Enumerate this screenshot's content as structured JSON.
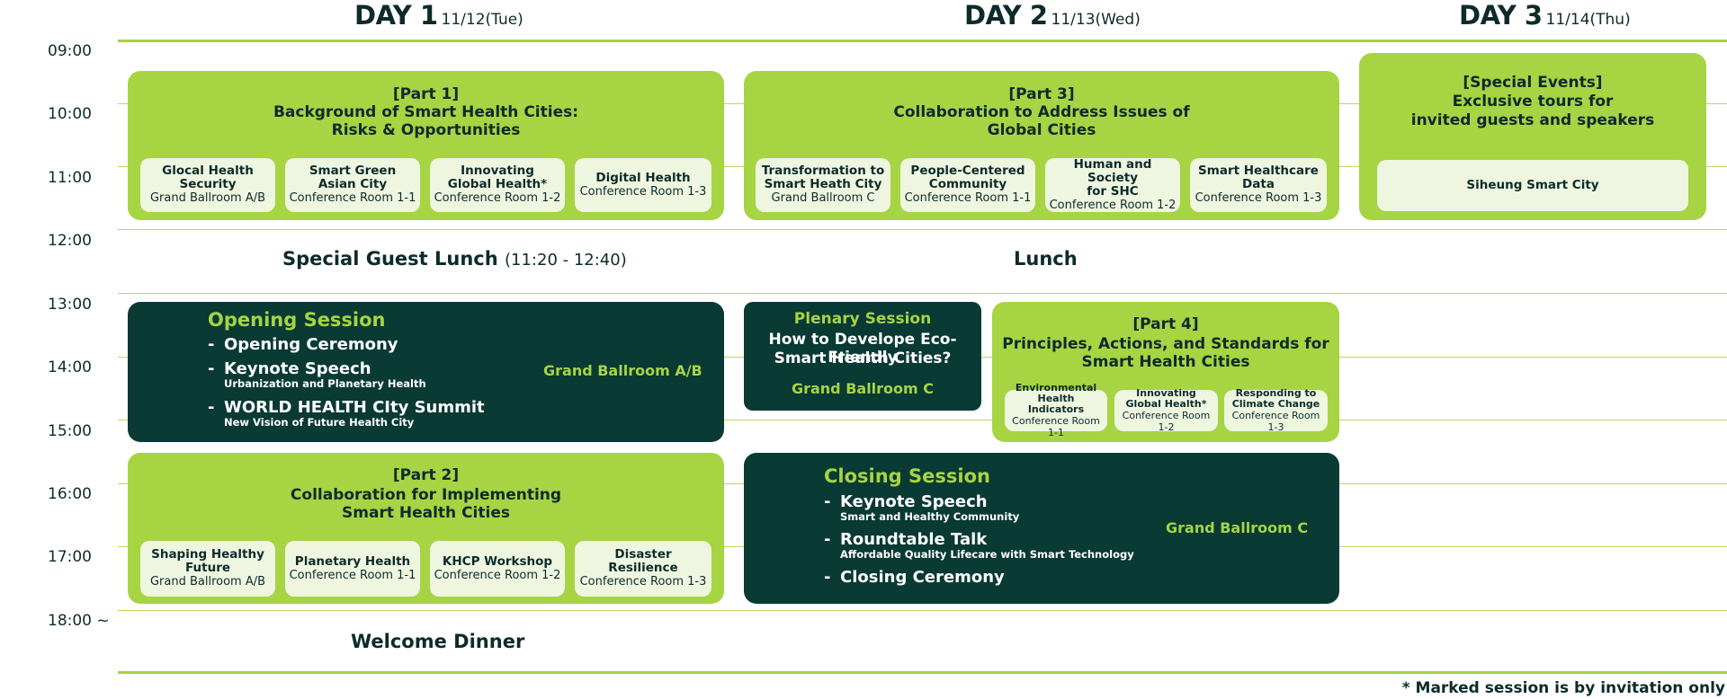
{
  "days": [
    {
      "name": "DAY 1",
      "date": "11/12(Tue)"
    },
    {
      "name": "DAY 2",
      "date": "11/13(Wed)"
    },
    {
      "name": "DAY 3",
      "date": "11/14(Thu)"
    }
  ],
  "times": [
    "09:00",
    "10:00",
    "11:00",
    "12:00",
    "13:00",
    "14:00",
    "15:00",
    "16:00",
    "17:00",
    "18:00 ~"
  ],
  "part1": {
    "label": "[Part 1]",
    "title1": "Background of Smart Health Cities:",
    "title2": "Risks & Opportunities",
    "rooms": [
      {
        "name1": "Glocal Health Security",
        "name2": "",
        "loc": "Grand Ballroom A/B"
      },
      {
        "name1": "Smart Green",
        "name2": "Asian City",
        "loc": "Conference Room 1-1"
      },
      {
        "name1": "Innovating",
        "name2": "Global Health*",
        "loc": "Conference Room 1-2"
      },
      {
        "name1": "Digital Health",
        "name2": "",
        "loc": "Conference Room 1-3"
      }
    ]
  },
  "part3": {
    "label": "[Part 3]",
    "title1": "Collaboration to Address Issues of",
    "title2": "Global Cities",
    "rooms": [
      {
        "name1": "Transformation to",
        "name2": "Smart Heath City",
        "loc": "Grand Ballroom C"
      },
      {
        "name1": "People-Centered",
        "name2": "Community",
        "loc": "Conference Room 1-1"
      },
      {
        "name1": "Human and Society",
        "name2": "for SHC",
        "loc": "Conference Room 1-2"
      },
      {
        "name1": "Smart Healthcare",
        "name2": "Data",
        "loc": "Conference Room 1-3"
      }
    ]
  },
  "special": {
    "label": "[Special Events]",
    "line1": "Exclusive tours for",
    "line2": "invited guests and speakers",
    "room": "Siheung Smart City"
  },
  "lunch_day1": {
    "title": "Special Guest Lunch",
    "time": "(11:20 - 12:40)"
  },
  "lunch_day2": {
    "title": "Lunch"
  },
  "opening": {
    "title": "Opening Session",
    "items": [
      {
        "main": "Opening Ceremony",
        "sub": ""
      },
      {
        "main": "Keynote Speech",
        "sub": "Urbanization and Planetary Health"
      },
      {
        "main": "WORLD HEALTH CIty Summit",
        "sub": "New Vision of Future Health City"
      }
    ],
    "venue": "Grand Ballroom A/B"
  },
  "plenary": {
    "title": "Plenary Session",
    "line1": "How to Develope Eco-Friendly",
    "line2": "Smart Health Cities?",
    "venue": "Grand Ballroom C"
  },
  "part4": {
    "label": "[Part 4]",
    "title1": "Principles, Actions, and Standards for",
    "title2": "Smart Health Cities",
    "rooms": [
      {
        "name1": "Environmental Health",
        "name2": "Indicators",
        "loc": "Conference Room 1-1"
      },
      {
        "name1": "Innovating",
        "name2": "Global Health*",
        "loc": "Conference Room 1-2"
      },
      {
        "name1": "Responding to",
        "name2": "Climate Change",
        "loc": "Conference Room 1-3"
      }
    ]
  },
  "part2": {
    "label": "[Part 2]",
    "title1": "Collaboration for Implementing",
    "title2": "Smart Health Cities",
    "rooms": [
      {
        "name1": "Shaping Healthy",
        "name2": "Future",
        "loc": "Grand Ballroom A/B"
      },
      {
        "name1": "Planetary Health",
        "name2": "",
        "loc": "Conference Room 1-1"
      },
      {
        "name1": "KHCP Workshop",
        "name2": "",
        "loc": "Conference Room 1-2"
      },
      {
        "name1": "Disaster Resilience",
        "name2": "",
        "loc": "Conference Room 1-3"
      }
    ]
  },
  "closing": {
    "title": "Closing Session",
    "items": [
      {
        "main": "Keynote Speech",
        "sub": "Smart and Healthy Community"
      },
      {
        "main": "Roundtable Talk",
        "sub": "Affordable Quality Lifecare with Smart Technology"
      },
      {
        "main": "Closing Ceremony",
        "sub": ""
      }
    ],
    "venue": "Grand Ballroom C"
  },
  "dinner": "Welcome Dinner",
  "footnote": "* Marked session is by invitation only",
  "colors": {
    "accent": "#a6d443",
    "dark": "#0a3a34",
    "room_bg": "#eef6e0",
    "text": "#0d2b2b"
  }
}
